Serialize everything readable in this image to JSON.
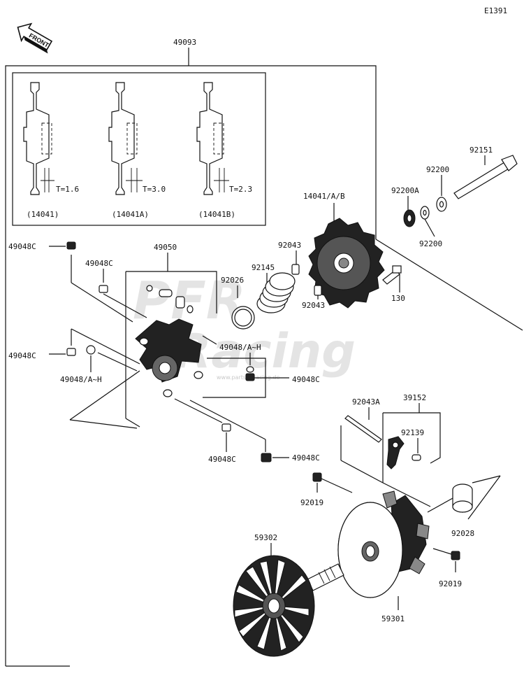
{
  "diagram_code": "E1391",
  "front_label": "FRONT",
  "watermark": {
    "main": "Racing",
    "url": "www.partsforracing.de"
  },
  "callouts": {
    "assembly": "49093",
    "cover": "14041/A/B",
    "bolt": "92151",
    "washer_top": "92200",
    "washer_a": "92200A",
    "washer_bottom": "92200",
    "pin_top": "92043",
    "pin_bottom": "92043",
    "bolt_small": "130",
    "spring": "92145",
    "oring": "92026",
    "spider": "49050",
    "nut_1": "49048C",
    "nut_2": "49048C",
    "nut_3": "49048C",
    "nut_4": "49048C",
    "nut_5": "49048C",
    "nut_6": "49048C",
    "shim_1": "49048/A~H",
    "shim_2": "49048/A~H",
    "weight_kit": "39152",
    "weight_pin": "92043A",
    "weight_arm": "92139",
    "bushing": "92028",
    "nut_lower_left": "92019",
    "nut_lower_right": "92019",
    "movable_sheave": "59301",
    "fixed_sheave": "59302"
  },
  "inset": {
    "variants": [
      {
        "thickness": "T=1.6",
        "part": "(14041)"
      },
      {
        "thickness": "T=3.0",
        "part": "(14041A)"
      },
      {
        "thickness": "T=2.3",
        "part": "(14041B)"
      }
    ]
  }
}
